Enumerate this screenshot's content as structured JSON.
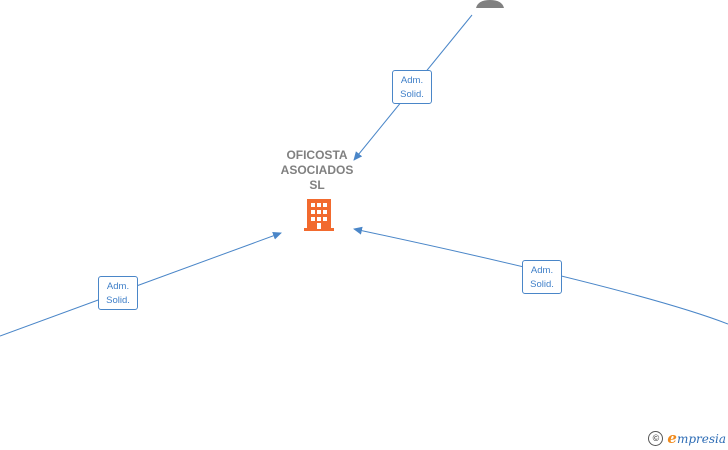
{
  "company": {
    "name_lines": [
      "OFICOSTA",
      "ASOCIADOS",
      "SL"
    ],
    "icon": "building-icon",
    "color": "#f26a2e"
  },
  "edges": [
    {
      "role_line1": "Adm.",
      "role_line2": "Solid."
    },
    {
      "role_line1": "Adm.",
      "role_line2": "Solid."
    },
    {
      "role_line1": "Adm.",
      "role_line2": "Solid."
    }
  ],
  "person_icon": "person-icon",
  "colors": {
    "edge": "#4a86c8",
    "label_text": "#808080",
    "person": "#808080"
  },
  "footer": {
    "copyright_symbol": "©",
    "brand_initial": "e",
    "brand_rest": "mpresia"
  }
}
